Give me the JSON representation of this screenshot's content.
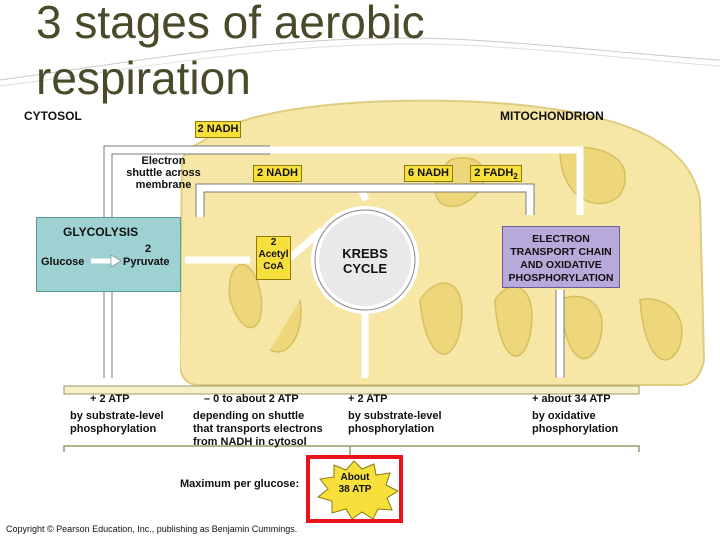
{
  "slide": {
    "title": "3 stages of aerobic respiration"
  },
  "diagram": {
    "cytosol_label": "CYTOSOL",
    "mitochondrion_label": "MITOCHONDRION",
    "nadh_top": "2 NADH",
    "electron_shuttle": "Electron\nshuttle across\nmembrane",
    "nadh_shuttle": "2 NADH",
    "nadh_krebs": "6 NADH",
    "fadh2": "2 FADH",
    "fadh2_sub": "2",
    "glycolysis": {
      "title": "GLYCOLYSIS",
      "glucose": "Glucose",
      "pyruvate_count": "2",
      "pyruvate": "Pyruvate"
    },
    "acetyl_coa": "2\nAcetyl\nCoA",
    "krebs": "KREBS\nCYCLE",
    "etc": "ELECTRON\nTRANSPORT CHAIN\nAND OXIDATIVE\nPHOSPHORYLATION",
    "yields": [
      {
        "amount": "+ 2 ATP",
        "desc": "by substrate-level\nphosphorylation"
      },
      {
        "amount": "– 0 to about 2 ATP",
        "desc": "depending on shuttle\nthat transports electrons\nfrom NADH in cytosol"
      },
      {
        "amount": "+ 2 ATP",
        "desc": "by substrate-level\nphosphorylation"
      },
      {
        "amount": "+ about 34 ATP",
        "desc": "by oxidative\nphosphorylation"
      }
    ],
    "maximum_label": "Maximum per glucose:",
    "total_burst": "About\n38 ATP"
  },
  "footer": {
    "copyright": "Copyright © Pearson Education, Inc., publishing as Benjamin Cummings."
  },
  "colors": {
    "mitochondrion_fill": "#f7e7a6",
    "cristae_fill": "#edd77a",
    "glycolysis_fill": "#9ed1d1",
    "etc_fill": "#b7a9d9",
    "krebs_fill": "#e9e9ec",
    "label_fill": "#f7e03c",
    "highlight": "#e8141a"
  }
}
